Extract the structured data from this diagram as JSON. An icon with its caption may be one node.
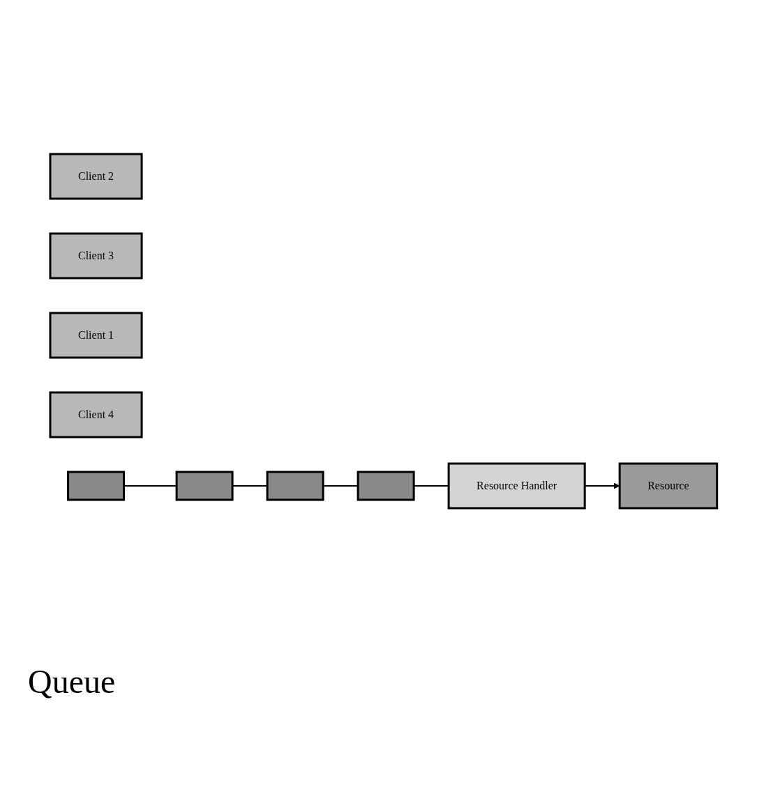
{
  "diagram": {
    "nodes": [
      {
        "text": [
          "Client 2"
        ]
      },
      {
        "text": [
          "Client 3"
        ]
      },
      {
        "text": [
          "Client 1"
        ]
      },
      {
        "text": [
          "Client 4"
        ]
      },
      {
        "text": [
          "Resource Handler"
        ]
      },
      {
        "text": [],
        "shape": "box"
      },
      {
        "text": [],
        "shape": "box"
      },
      {
        "text": [],
        "shape": "box"
      },
      {
        "text": [],
        "shape": "box"
      },
      {
        "text": [
          "Resource"
        ]
      }
    ],
    "edges": [
      {
        "from": 5,
        "to": 6,
        "arrow": "none"
      },
      {
        "from": 6,
        "to": 7,
        "arrow": "none"
      },
      {
        "from": 7,
        "to": 8,
        "arrow": "none"
      },
      {
        "from": 8,
        "to": 4,
        "arrow": "none"
      },
      {
        "from": 4,
        "to": 9,
        "arrow": "to"
      }
    ],
    "labels": [
      "Queue"
    ]
  }
}
